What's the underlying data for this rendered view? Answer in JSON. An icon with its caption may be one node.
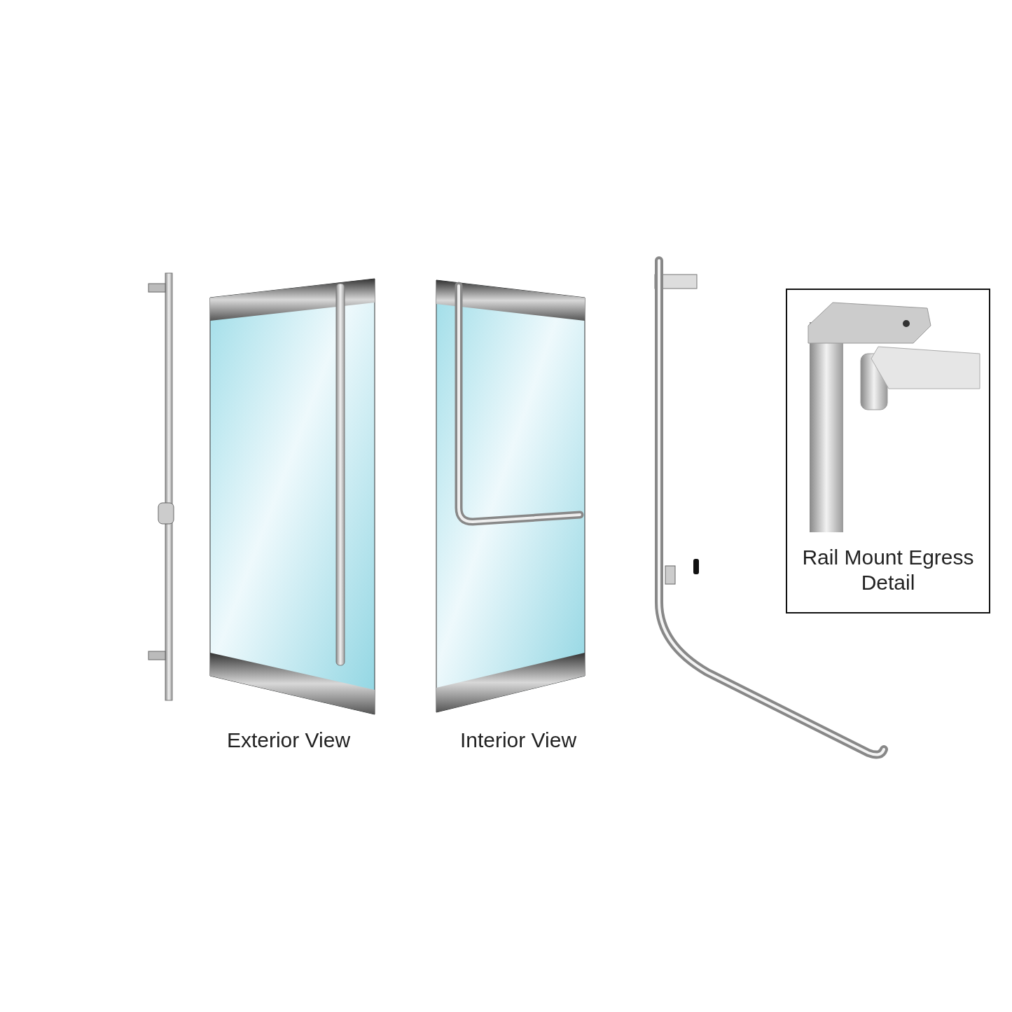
{
  "diagram": {
    "nodes": [
      {
        "text": [
          "Rail Mount Egress Detail"
        ]
      }
    ],
    "labels": [
      "Exterior View",
      "Interior View"
    ]
  }
}
